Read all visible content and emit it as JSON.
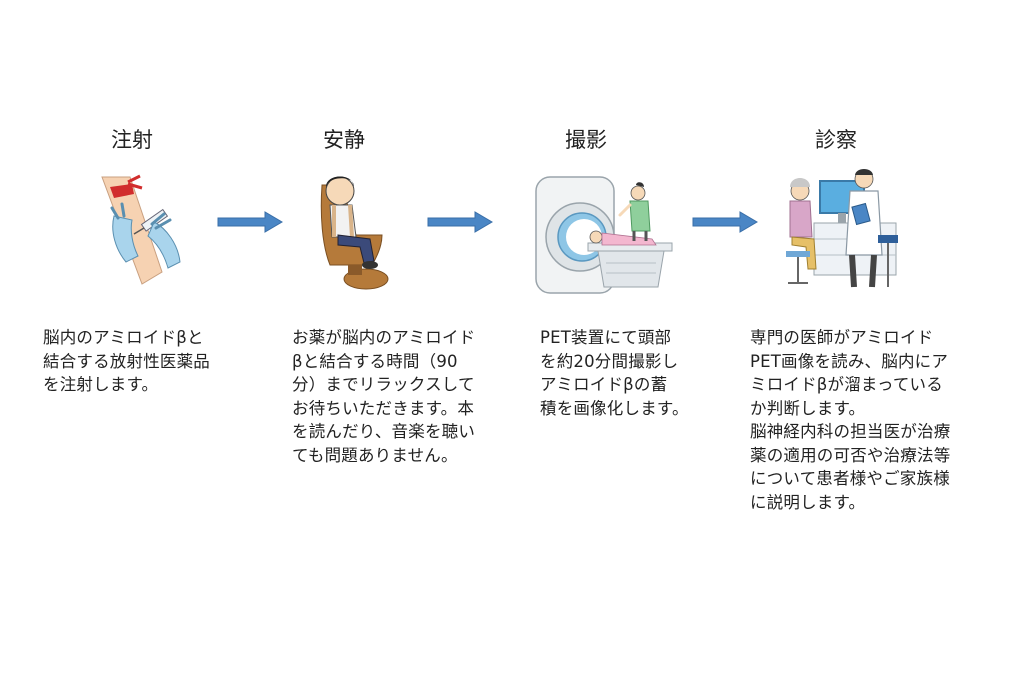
{
  "steps": [
    {
      "title": "注射",
      "description": "脳内のアミロイドβと\n結合する放射性医薬品\nを注射します。",
      "icon": "injection-illustration"
    },
    {
      "title": "安静",
      "description": "お薬が脳内のアミロイド\nβと結合する時間（90\n分）までリラックスして\nお待ちいただきます。本\nを読んだり、音楽を聴い\nても問題ありません。",
      "icon": "resting-patient-illustration"
    },
    {
      "title": "撮影",
      "description": "PET装置にて頭部\nを約20分間撮影し\nアミロイドβの蓄\n積を画像化します。",
      "icon": "pet-scanner-illustration"
    },
    {
      "title": "診察",
      "description": "専門の医師がアミロイド\nPET画像を読み、脳内にア\nミロイドβが溜まっている\nか判断します。\n脳神経内科の担当医が治療\n薬の適用の可否や治療法等\nについて患者様やご家族様\nに説明します。",
      "icon": "doctor-consultation-illustration"
    }
  ],
  "colors": {
    "arrow": "#4a86c5",
    "arrow_edge": "#3a6fa8",
    "text": "#222222"
  }
}
